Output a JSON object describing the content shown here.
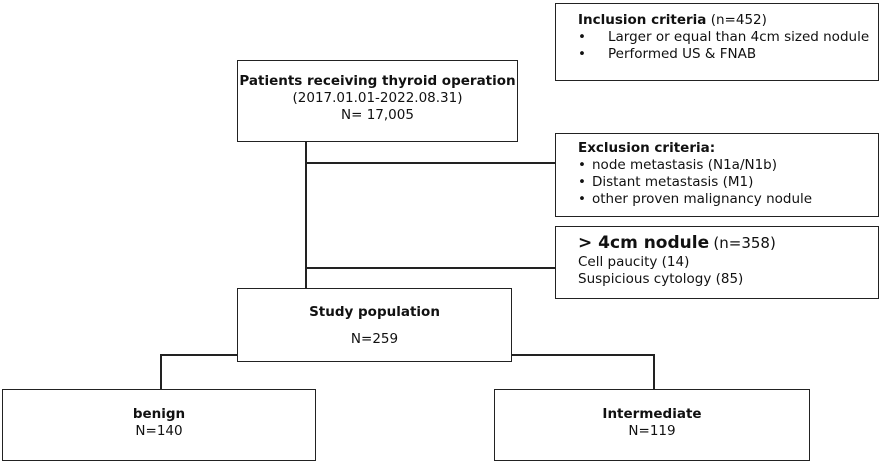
{
  "inclusion": {
    "title": "Inclusion criteria",
    "count": "(n=452)",
    "items": [
      "Larger or equal than 4cm sized nodule",
      "Performed US & FNAB"
    ]
  },
  "patients": {
    "title": "Patients receiving thyroid operation",
    "period": "(2017.01.01-2022.08.31)",
    "n": "N= 17,005"
  },
  "exclusion": {
    "title": "Exclusion criteria:",
    "items": [
      "node metastasis (N1a/N1b)",
      "Distant metastasis (M1)",
      "other proven malignancy nodule"
    ]
  },
  "nodule": {
    "title": "> 4cm nodule",
    "count": "(n=358)",
    "lines": [
      "Cell paucity (14)",
      "Suspicious cytology (85)"
    ]
  },
  "study": {
    "title": "Study population",
    "n": "N=259"
  },
  "benign": {
    "title": "benign",
    "n": "N=140"
  },
  "intermediate": {
    "title": "Intermediate",
    "n": "N=119"
  }
}
